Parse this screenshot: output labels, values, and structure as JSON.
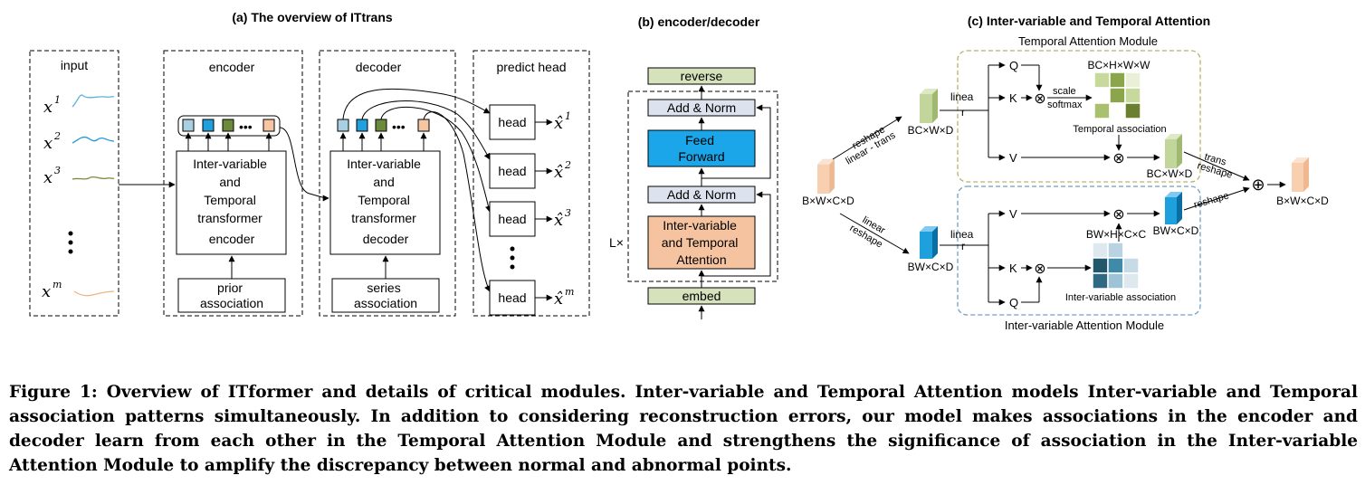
{
  "panels": {
    "a_title": "(a) The overview of ITtrans",
    "b_title": "(b) encoder/decoder",
    "c_title": "(c) Inter-variable and Temporal Attention"
  },
  "overview": {
    "input_label": "input",
    "encoder_label": "encoder",
    "decoder_label": "decoder",
    "predict_head_label": "predict head",
    "inputs": [
      {
        "base": "x",
        "sup": "1"
      },
      {
        "base": "x",
        "sup": "2"
      },
      {
        "base": "x",
        "sup": "3"
      },
      {
        "base": "x",
        "sup": "m"
      }
    ],
    "series_colors": [
      "#5fb3d6",
      "#1f9ad6",
      "#7b8b3a",
      "#f0b07a"
    ],
    "token_colors": [
      "#a9cfe3",
      "#1fa0dc",
      "#6b8a3a",
      "#f6c6a2"
    ],
    "token_dots": "•••",
    "encoder_block": [
      "Inter-variable",
      "and",
      "Temporal",
      "transformer",
      "encoder"
    ],
    "decoder_block": [
      "Inter-variable",
      "and",
      "Temporal",
      "transformer",
      "decoder"
    ],
    "prior_assoc": [
      "prior",
      "association"
    ],
    "series_assoc": [
      "series",
      "association"
    ],
    "head_label": "head",
    "outputs": [
      {
        "base": "x̂",
        "sup": "1"
      },
      {
        "base": "x̂",
        "sup": "2"
      },
      {
        "base": "x̂",
        "sup": "3"
      },
      {
        "base": "x̂",
        "sup": "m"
      }
    ]
  },
  "encdec": {
    "reverse": "reverse",
    "add_norm": "Add & Norm",
    "feed_forward": [
      "Feed",
      "Forward"
    ],
    "attention": [
      "Inter-variable",
      "and Temporal",
      "Attention"
    ],
    "embed": "embed",
    "repeat": "L×"
  },
  "attention": {
    "temporal_module": "Temporal Attention Module",
    "inter_module": "Inter-variable Attention Module",
    "input_shape": "B×W×C×D",
    "output_shape": "B×W×C×D",
    "temporal_shape": "BC×W×D",
    "inter_shape": "BW×C×D",
    "reshape_top": [
      "reshape",
      "linear - trans"
    ],
    "reshape_bottom": [
      "linear",
      "reshape"
    ],
    "linea_top": "linea",
    "linea_bottom": "linea",
    "r_top": "r",
    "r_bottom": "r",
    "q": "Q",
    "k": "K",
    "v": "V",
    "otimes": "⊗",
    "oplus": "⊕",
    "scale": "scale",
    "softmax": "softmax",
    "temporal_map_shape": "BC×H×W×W",
    "temporal_assoc": "Temporal association",
    "inter_map_shape": "BW×H×C×C",
    "inter_assoc": "Inter-variable association",
    "temporal_out_shape": "BC×W×D",
    "inter_out_shape": "BW×C×D",
    "trans_reshape": [
      "trans",
      "reshape"
    ],
    "reshape_out": "reshape",
    "temporal_map": [
      [
        "#c7d99b",
        "#8ba64a",
        "#eaf0d8"
      ],
      [
        "#ffffff",
        "#8ba64a",
        "#c7d99b"
      ],
      [
        "#a9c16e",
        "#ffffff",
        "#6b7f30"
      ]
    ],
    "inter_map": [
      [
        "#dde8ef",
        "#b9d3e2",
        "#ffffff"
      ],
      [
        "#22566b",
        "#3f8aa8",
        "#c7dbe7"
      ],
      [
        "#2f6a82",
        "#9fc3d6",
        "#dde8ef"
      ]
    ],
    "colors": {
      "peach": "#f8d0b0",
      "green_cube": "#c2d69b",
      "blue_cube": "#1ea0dc",
      "temporal_border": "#b6b36b",
      "inter_border": "#6fa0c8"
    }
  },
  "caption": "Figure 1: Overview of ITformer and details of critical modules. Inter-variable and Temporal Attention models Inter-variable and Temporal association patterns simultaneously. In addition to considering reconstruction errors, our model makes associations in the encoder and decoder learn from each other in the Temporal Attention Module and strengthens the significance of association in the Inter-variable Attention Module to amplify the discrepancy between normal and abnormal points."
}
